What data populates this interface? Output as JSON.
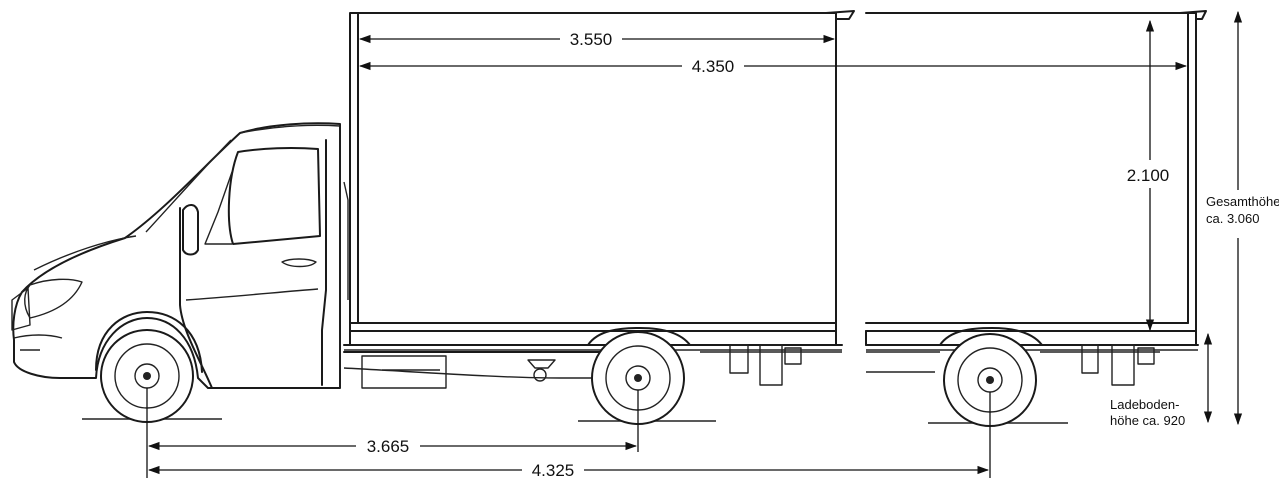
{
  "dimensions": {
    "box_inner_length_front": "3.550",
    "box_inner_length_rear": "4.350",
    "box_inner_height": "2.100",
    "total_height_label": "Gesamthöhe",
    "total_height_value": "ca. 3.060",
    "wheelbase_front": "3.665",
    "wheelbase_rear": "4.325",
    "load_floor_label": "Ladeboden-",
    "load_floor_label2": "höhe ca. 920"
  }
}
